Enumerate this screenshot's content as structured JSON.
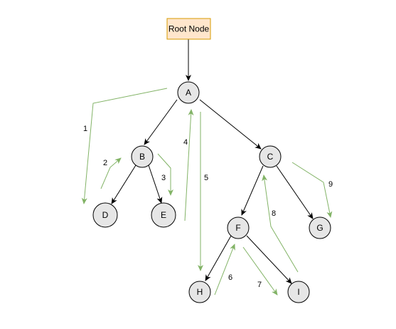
{
  "root": {
    "label": "Root Node",
    "fill": "#ffe6cc",
    "stroke": "#d79b00"
  },
  "nodes": {
    "A": "A",
    "B": "B",
    "C": "C",
    "D": "D",
    "E": "E",
    "F": "F",
    "G": "G",
    "H": "H",
    "I": "I"
  },
  "steps": [
    "1",
    "2",
    "3",
    "4",
    "5",
    "6",
    "7",
    "8",
    "9"
  ],
  "colors": {
    "node_fill": "#e6e6e6",
    "edge": "#000000",
    "traversal_arrow": "#82b366"
  }
}
